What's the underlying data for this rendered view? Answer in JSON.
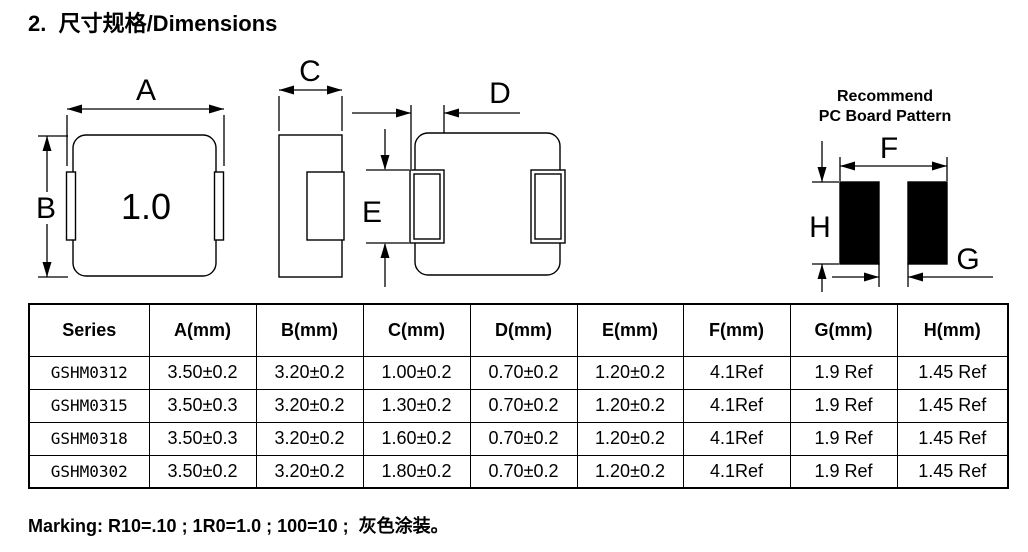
{
  "page": {
    "title": "2.  尺寸规格/Dimensions"
  },
  "drawings": {
    "line_color": "#000000",
    "top_view": {
      "part_marking": "1.0",
      "dim_width_label": "A",
      "dim_height_label": "B"
    },
    "side_view": {
      "dim_thickness_label": "C"
    },
    "bottom_view": {
      "dim_pad_width_label": "D",
      "dim_pad_height_label": "E"
    },
    "pcb_pattern": {
      "title_line1": "Recommend",
      "title_line2": "PC Board Pattern",
      "dim_outer_label": "F",
      "dim_gap_label": "G",
      "dim_pad_height_label": "H",
      "pad_color": "#000000"
    }
  },
  "table": {
    "headers": [
      "Series",
      "A(mm)",
      "B(mm)",
      "C(mm)",
      "D(mm)",
      "E(mm)",
      "F(mm)",
      "G(mm)",
      "H(mm)"
    ],
    "rows": [
      [
        "GSHM0312",
        "3.50±0.2",
        "3.20±0.2",
        "1.00±0.2",
        "0.70±0.2",
        "1.20±0.2",
        "4.1Ref",
        "1.9 Ref",
        "1.45 Ref"
      ],
      [
        "GSHM0315",
        "3.50±0.3",
        "3.20±0.2",
        "1.30±0.2",
        "0.70±0.2",
        "1.20±0.2",
        "4.1Ref",
        "1.9 Ref",
        "1.45 Ref"
      ],
      [
        "GSHM0318",
        "3.50±0.3",
        "3.20±0.2",
        "1.60±0.2",
        "0.70±0.2",
        "1.20±0.2",
        "4.1Ref",
        "1.9 Ref",
        "1.45 Ref"
      ],
      [
        "GSHM0302",
        "3.50±0.2",
        "3.20±0.2",
        "1.80±0.2",
        "0.70±0.2",
        "1.20±0.2",
        "4.1Ref",
        "1.9 Ref",
        "1.45 Ref"
      ]
    ]
  },
  "footer": {
    "marking_note": "Marking: R10=.10 ; 1R0=1.0 ; 100=10 ;  灰色涂装。"
  }
}
